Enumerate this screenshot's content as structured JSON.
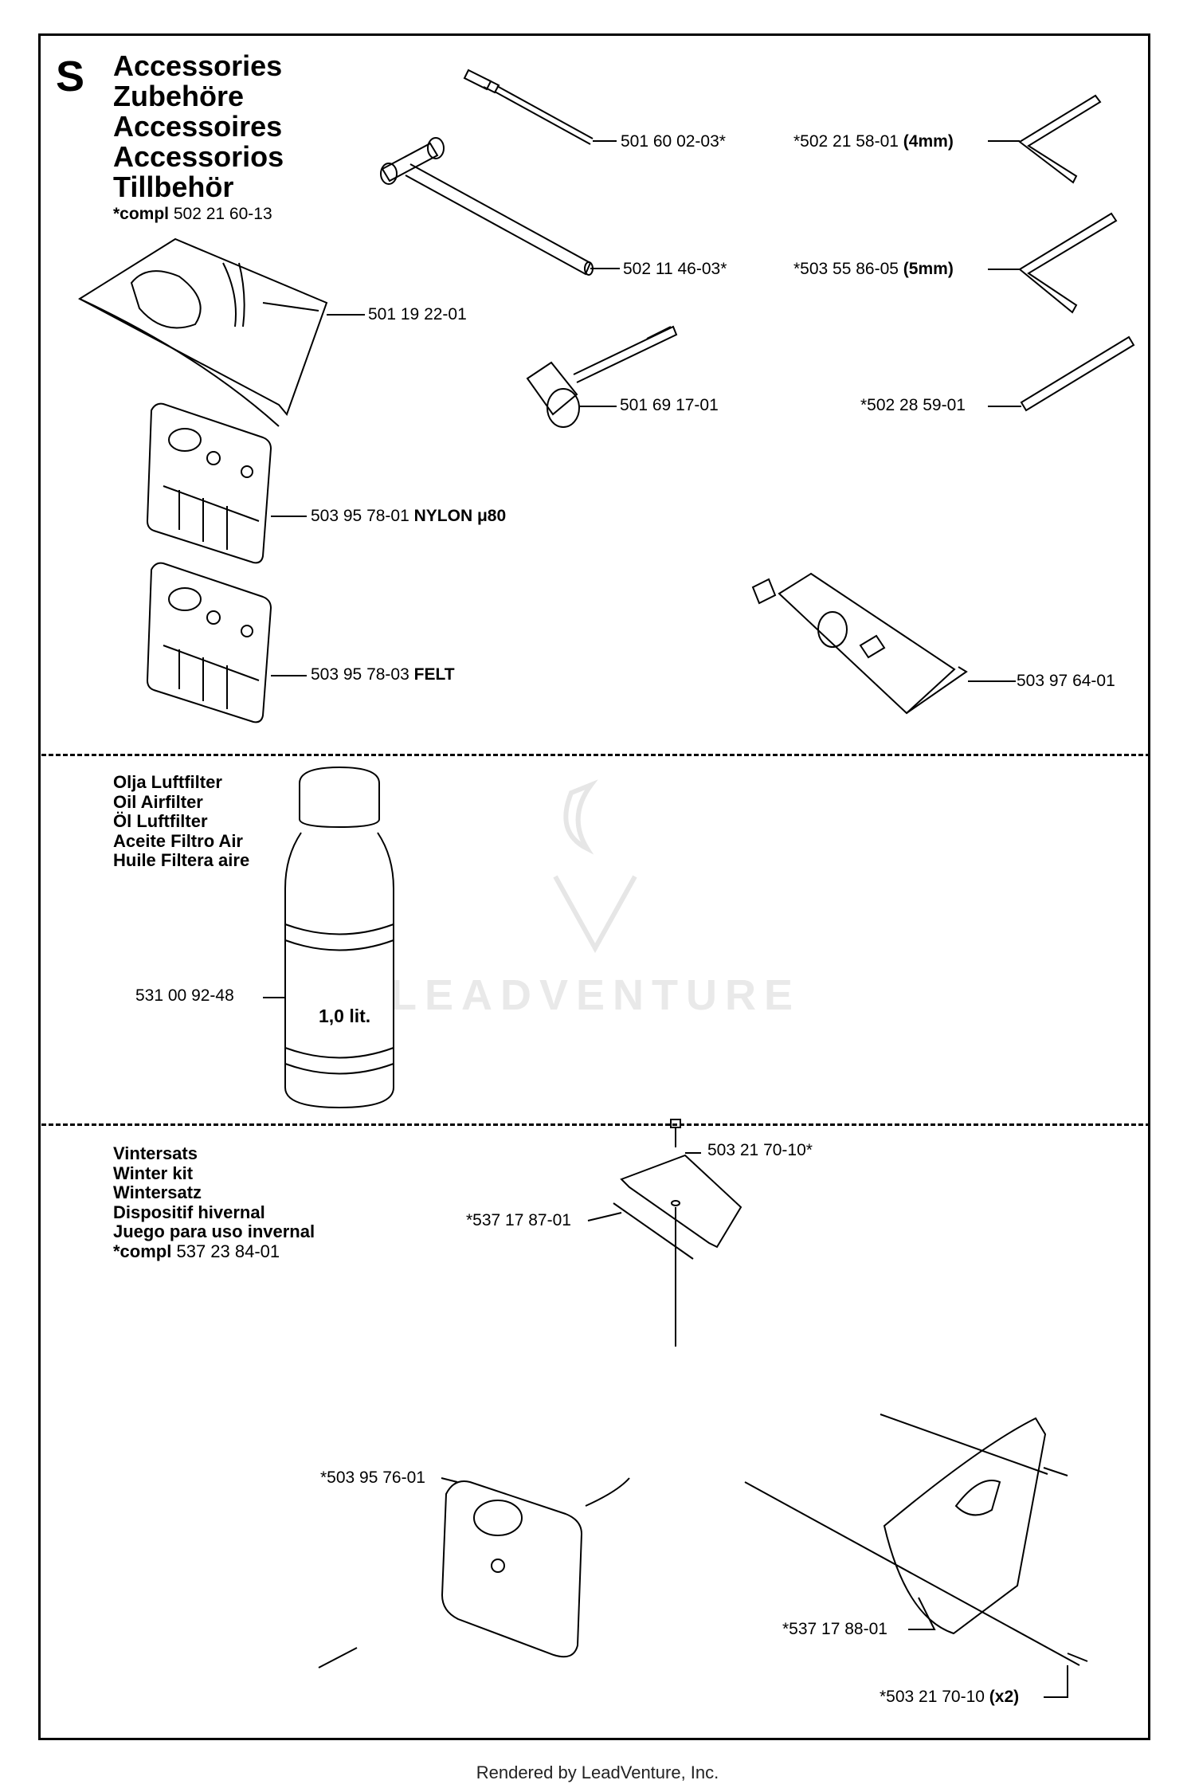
{
  "section_letter": "S",
  "titles": [
    "Accessories",
    "Zubehöre",
    "Accessoires",
    "Accessorios",
    "Tillbehör"
  ],
  "compl_main": {
    "prefix": "*compl",
    "number": "502 21 60-13"
  },
  "parts": {
    "p_501_60_02_03": "501 60 02-03*",
    "p_502_11_46_03": "502 11 46-03*",
    "p_501_19_22_01": "501 19 22-01",
    "p_501_69_17_01": "501 69 17-01",
    "p_502_21_58_01": {
      "number": "*502 21 58-01",
      "note": "(4mm)"
    },
    "p_503_55_86_05": {
      "number": "*503 55 86-05",
      "note": "(5mm)"
    },
    "p_502_28_59_01": "*502 28 59-01",
    "p_503_95_78_01": {
      "number": "503 95 78-01",
      "note": "NYLON μ80"
    },
    "p_503_95_78_03": {
      "number": "503 95 78-03",
      "note": "FELT"
    },
    "p_503_97_64_01": "503 97 64-01",
    "p_531_00_92_48": "531 00 92-48",
    "p_503_21_70_10_star": "503 21 70-10*",
    "p_537_17_87_01": "*537 17 87-01",
    "p_503_95_76_01": "*503 95 76-01",
    "p_537_17_88_01": "*537 17 88-01",
    "p_503_21_70_10_x2": {
      "number": "*503 21 70-10",
      "note": "(x2)"
    }
  },
  "oil_section": {
    "lines": [
      "Olja Luftfilter",
      "Oil Airfilter",
      "Öl Luftfilter",
      "Aceite Filtro Air",
      "Huile Filtera aire"
    ],
    "bottle_label": "1,0 lit."
  },
  "winter_section": {
    "lines": [
      "Vintersats",
      "Winter kit",
      "Wintersatz",
      "Dispositif hivernal",
      "Juego para uso invernal"
    ],
    "compl": {
      "prefix": "*compl",
      "number": "537 23 84-01"
    }
  },
  "watermark": "LEADVENTURE",
  "footer": "Rendered by LeadVenture, Inc."
}
